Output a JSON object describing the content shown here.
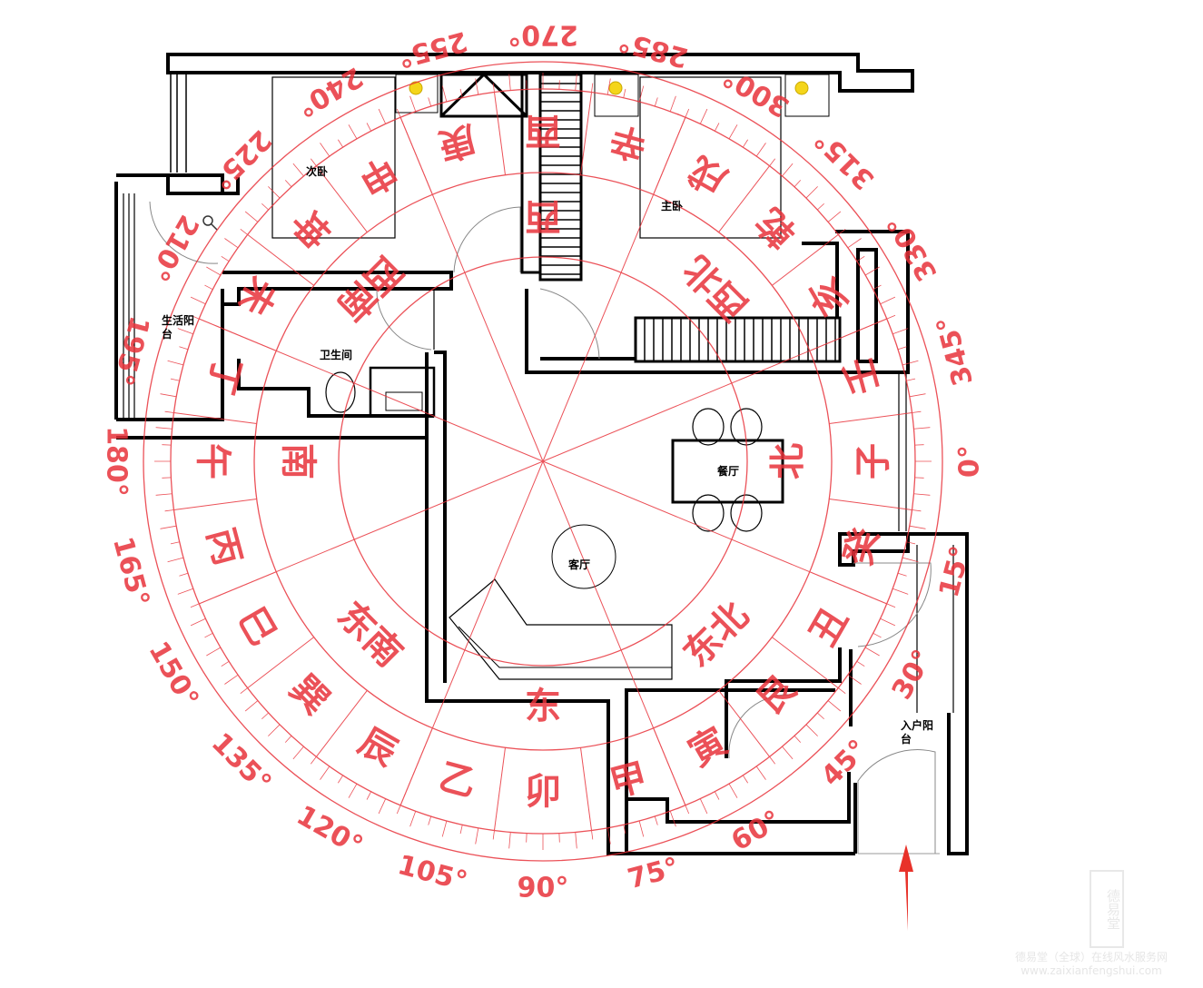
{
  "rooms": {
    "second_bedroom": "次卧",
    "master_bedroom": "主卧",
    "bathroom": "卫生间",
    "utility_balcony": "生活阳台",
    "dining_room": "餐厅",
    "living_room": "客厅",
    "entry_balcony": "入户阳台"
  },
  "compass": {
    "color": "#e8323a",
    "degree_labels": [
      "0",
      "15",
      "30",
      "45",
      "60",
      "75",
      "90",
      "105",
      "120",
      "135",
      "150",
      "165",
      "180",
      "195",
      "210",
      "225",
      "240",
      "255",
      "270",
      "285",
      "300",
      "315",
      "330",
      "345"
    ],
    "mountains": [
      "子",
      "癸",
      "丑",
      "艮",
      "寅",
      "甲",
      "卯",
      "乙",
      "辰",
      "巽",
      "巳",
      "丙",
      "午",
      "丁",
      "未",
      "坤",
      "申",
      "庚",
      "酉",
      "辛",
      "戌",
      "乾",
      "亥",
      "壬"
    ],
    "directions": [
      "北",
      "东北",
      "东",
      "东南",
      "南",
      "西南",
      "西",
      "西北"
    ]
  },
  "entrance_arrow_color": "#e8322a",
  "watermark": {
    "seal": "德易堂",
    "line1": "德易堂（全球）在线风水服务网",
    "line2": "www.zaixianfengshui.com"
  }
}
